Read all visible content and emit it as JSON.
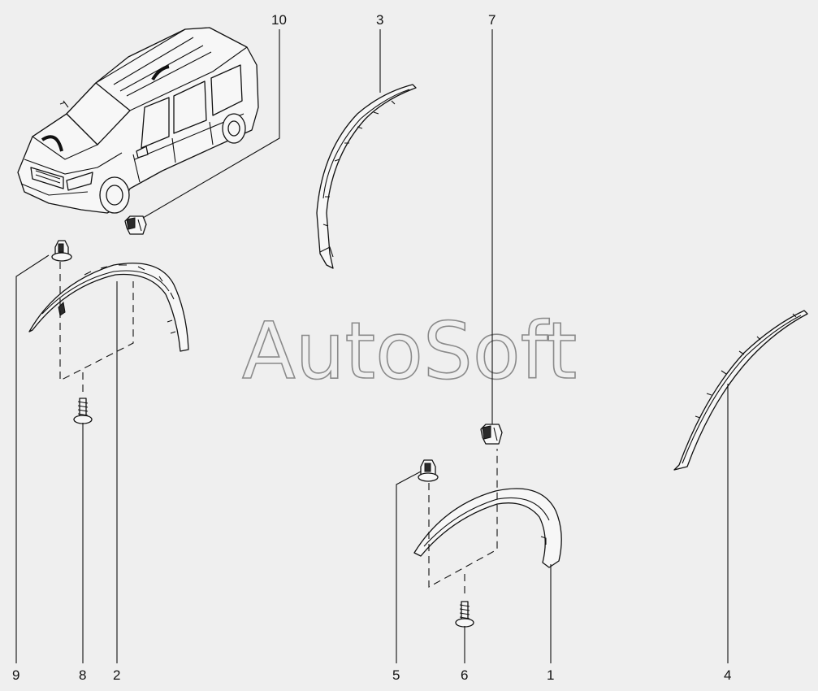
{
  "watermark": "AutoSoft",
  "callouts": {
    "c1": "1",
    "c2": "2",
    "c3": "3",
    "c4": "4",
    "c5": "5",
    "c6": "6",
    "c7": "7",
    "c8": "8",
    "c9": "9",
    "c10": "10"
  },
  "colors": {
    "background": "#efefef",
    "line": "#111111",
    "watermark": "#8a8a8a"
  }
}
